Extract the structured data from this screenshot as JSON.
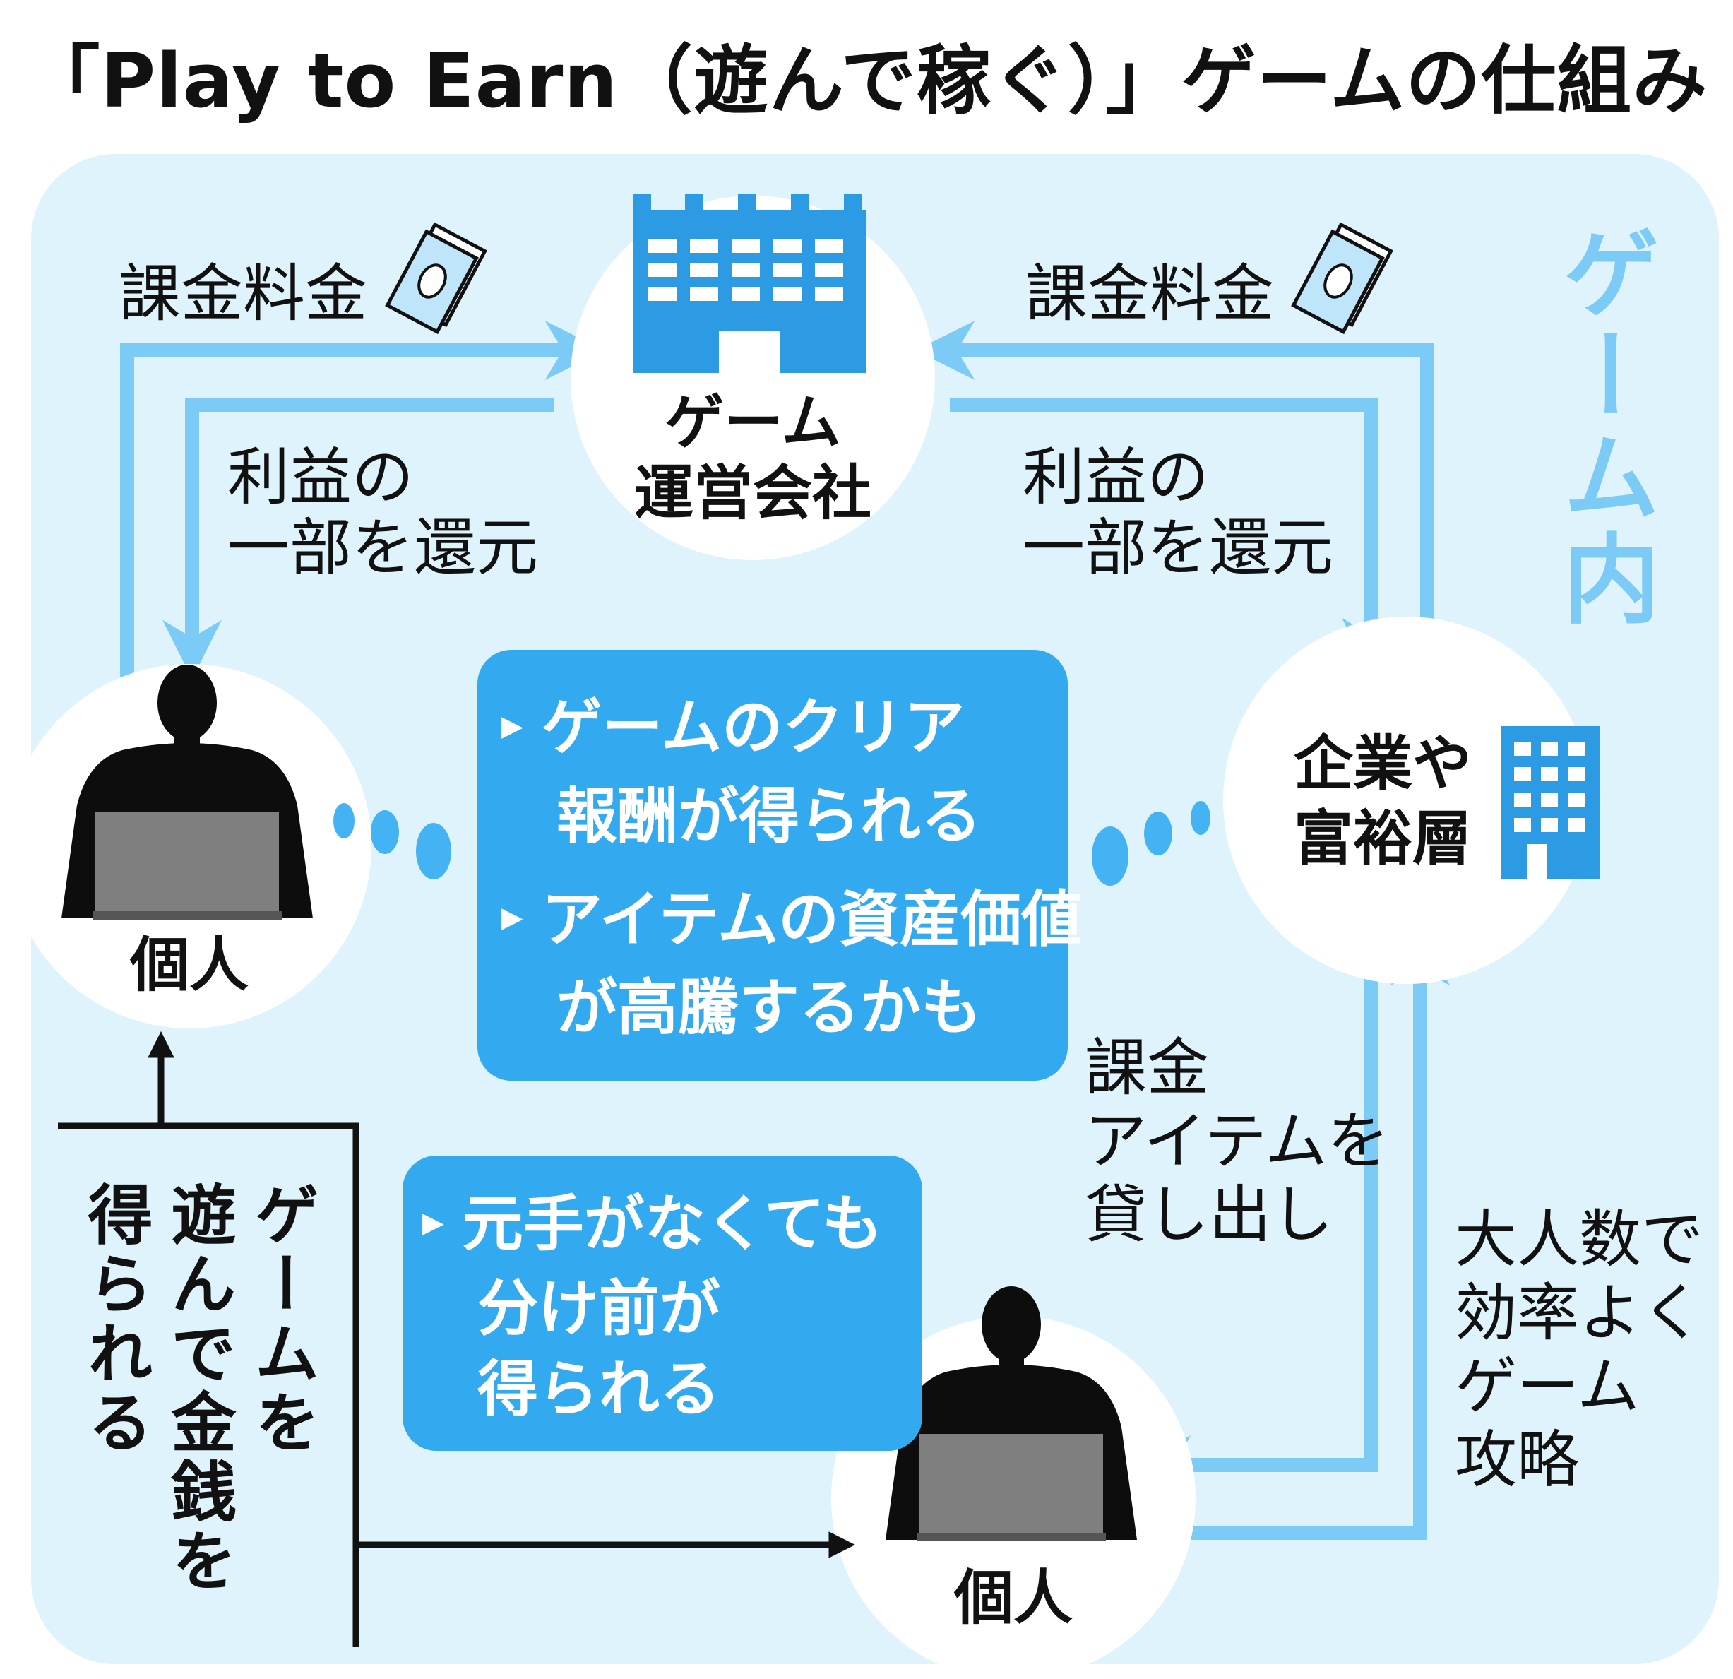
{
  "title": "「Play to Earn（遊んで稼ぐ）」ゲームの仕組み",
  "region_label": "ゲーム内",
  "nodes": {
    "company": [
      "ゲーム",
      "運営会社"
    ],
    "individual_left": "個人",
    "corporate": [
      "企業や",
      "富裕層"
    ],
    "individual_bottom": "個人"
  },
  "flows": {
    "fee_left": "課金料金",
    "fee_right": "課金料金",
    "return_left": [
      "利益の",
      "一部を還元"
    ],
    "return_right": [
      "利益の",
      "一部を還元"
    ],
    "lend": [
      "課金",
      "アイテムを",
      "貸し出し"
    ],
    "play": [
      "大人数で",
      "効率よく",
      "ゲーム",
      "攻略"
    ]
  },
  "bubble_main": [
    [
      "ゲームのクリア",
      "報酬が得られる"
    ],
    [
      "アイテムの資産価値",
      "が高騰するかも"
    ]
  ],
  "bubble_small": [
    "元手がなくても",
    "分け前が",
    "得られる"
  ],
  "side_note": [
    "ゲームを",
    "遊んで金銭を",
    "得られる"
  ],
  "colors": {
    "panel": "#def3fb",
    "arrow": "#7ccbf6",
    "bubble": "#33aaef",
    "building": "#2c9be3",
    "region_text": "#7ccbf6"
  },
  "icons": [
    "banknote-icon",
    "company-building-icon",
    "corporate-building-icon",
    "person-at-laptop-icon"
  ]
}
